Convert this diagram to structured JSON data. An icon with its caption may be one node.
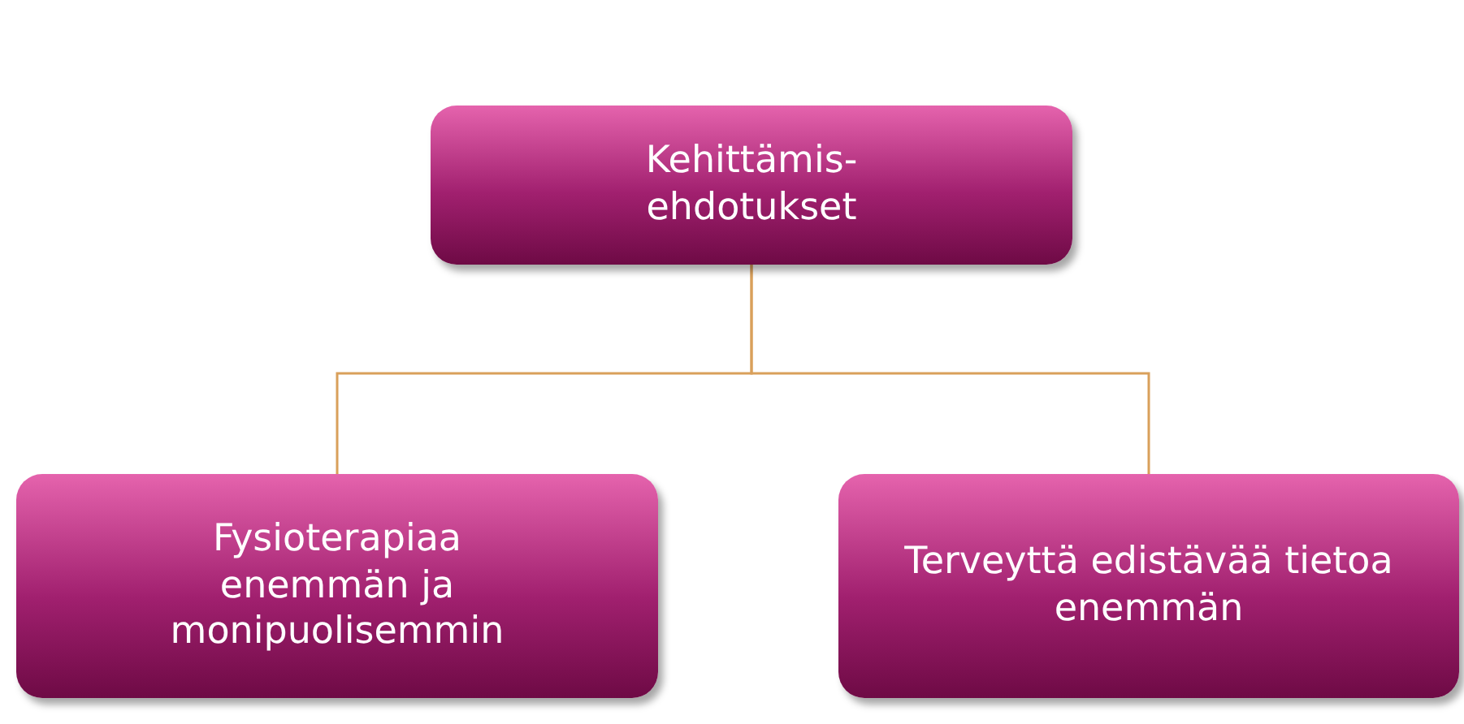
{
  "diagram": {
    "nodes": [
      {
        "text": [
          "Kehittämis- ehdotukset"
        ]
      },
      {
        "text": [
          "Fysioterapiaa enemmän ja monipuolisemmin"
        ]
      },
      {
        "text": [
          "Terveyttä edistävää tietoa enemmän"
        ]
      }
    ],
    "edges": [
      {
        "from": 0,
        "to": 1,
        "arrow": "none"
      },
      {
        "from": 0,
        "to": 2,
        "arrow": "none"
      }
    ]
  }
}
